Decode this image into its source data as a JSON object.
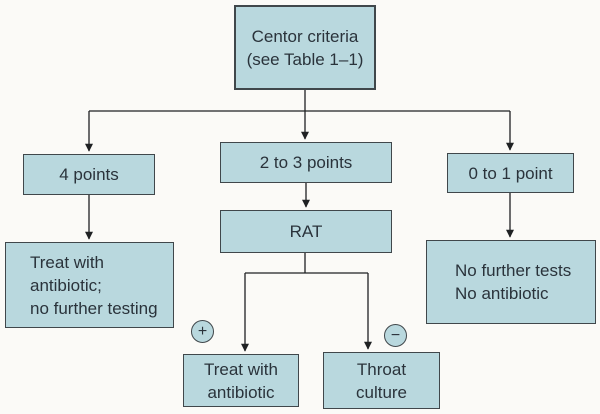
{
  "figure": {
    "type": "flowchart",
    "title": "Centor criteria decision flowchart",
    "colors": {
      "background": "#fbfaf7",
      "node_fill": "#b9d8de",
      "node_border": "#40474b",
      "text": "#2a333b",
      "connector": "#1f2123"
    }
  },
  "nodes": {
    "centor": {
      "label": "Centor criteria\n(see Table 1–1)"
    },
    "four_points": {
      "label": "4 points"
    },
    "two_to_three_points": {
      "label": "2 to 3 points"
    },
    "zero_to_one_point": {
      "label": "0 to 1 point"
    },
    "rat": {
      "label": "RAT"
    },
    "treat_no_further_testing": {
      "label": "Treat with\nantibiotic;\nno further testing"
    },
    "no_further_tests": {
      "label": "No further tests\nNo antibiotic"
    },
    "treat_with_antibiotic": {
      "label": "Treat with\nantibiotic"
    },
    "throat_culture": {
      "label": "Throat\nculture"
    }
  },
  "result_markers": {
    "positive": "+",
    "negative": "−"
  },
  "edges": [
    {
      "from": "centor",
      "to": "four_points"
    },
    {
      "from": "centor",
      "to": "two_to_three_points"
    },
    {
      "from": "centor",
      "to": "zero_to_one_point"
    },
    {
      "from": "four_points",
      "to": "treat_no_further_testing"
    },
    {
      "from": "two_to_three_points",
      "to": "rat"
    },
    {
      "from": "rat",
      "to": "treat_with_antibiotic",
      "label": "+"
    },
    {
      "from": "rat",
      "to": "throat_culture",
      "label": "−"
    },
    {
      "from": "zero_to_one_point",
      "to": "no_further_tests"
    }
  ]
}
